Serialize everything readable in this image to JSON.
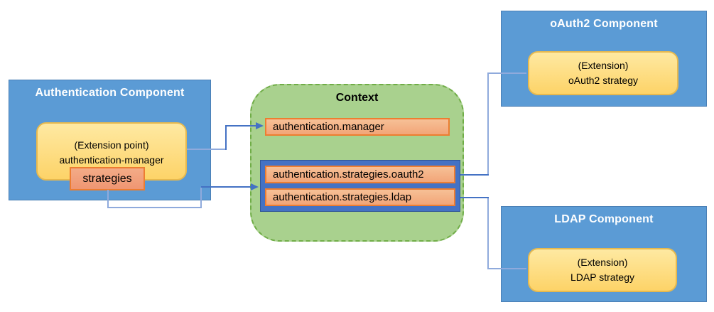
{
  "colors": {
    "component_fill": "#5b9bd5",
    "component_border": "#4a7fb5",
    "component_title_text": "#ffffff",
    "yellow_fill_top": "#fee9a2",
    "yellow_fill_bottom": "#fdd368",
    "yellow_border": "#e7b94e",
    "green_fill": "#a9d18e",
    "green_border_dashed": "#70ad47",
    "orange_entry_fill": "#f4b183",
    "orange_entry_border": "#ed7d31",
    "strategies_fill": "#f09e7a",
    "strategies_container_fill": "#4472c4",
    "strategies_container_border": "#2f5597",
    "connector_dark": "#4472c4",
    "connector_light": "#8faadc",
    "body_text": "#000000"
  },
  "auth_component": {
    "title": "Authentication Component",
    "extension_point": {
      "line1": "(Extension point)",
      "line2": "authentication-manager"
    },
    "strategies_label": "strategies"
  },
  "context": {
    "title": "Context",
    "manager_entry": "authentication.manager",
    "strategy_entries": [
      "authentication.strategies.oauth2",
      "authentication.strategies.ldap"
    ]
  },
  "oauth2_component": {
    "title": "oAuth2 Component",
    "extension": {
      "line1": "(Extension)",
      "line2": "oAuth2 strategy"
    }
  },
  "ldap_component": {
    "title": "LDAP Component",
    "extension": {
      "line1": "(Extension)",
      "line2": "LDAP strategy"
    }
  }
}
